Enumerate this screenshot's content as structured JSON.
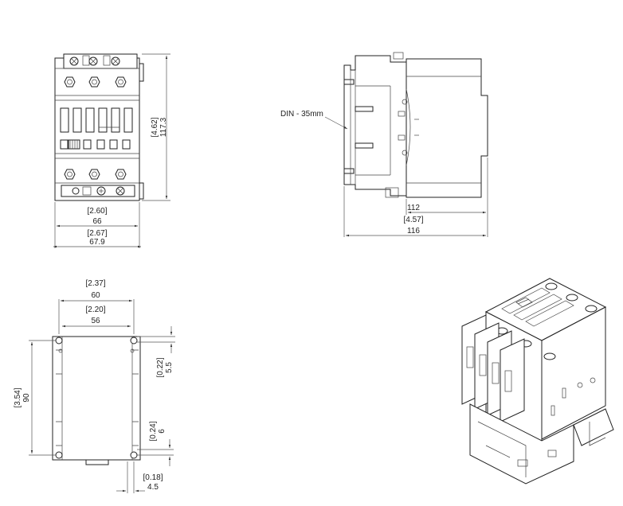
{
  "colors": {
    "stroke": "#222222",
    "background": "#ffffff"
  },
  "front_view": {
    "height_in": "[4.62]",
    "height_mm": "117.3",
    "width_inner_in": "[2.60]",
    "width_inner_mm": "66",
    "width_outer_in": "[2.67]",
    "width_outer_mm": "67.9"
  },
  "side_view": {
    "din_label": "DIN - 35mm",
    "depth_inner_mm": "112",
    "depth_outer_in": "[4.57]",
    "depth_outer_mm": "116"
  },
  "mount_view": {
    "width_outer_in": "[2.37]",
    "width_outer_mm": "60",
    "width_inner_in": "[2.20]",
    "width_inner_mm": "56",
    "height_in": "[3.54]",
    "height_mm": "90",
    "top_offset_in": "[0.22]",
    "top_offset_mm": "5.5",
    "bottom_offset_in": "[0.24]",
    "bottom_offset_mm": "6",
    "hole_offset_in": "[0.18]",
    "hole_offset_mm": "4.5"
  }
}
